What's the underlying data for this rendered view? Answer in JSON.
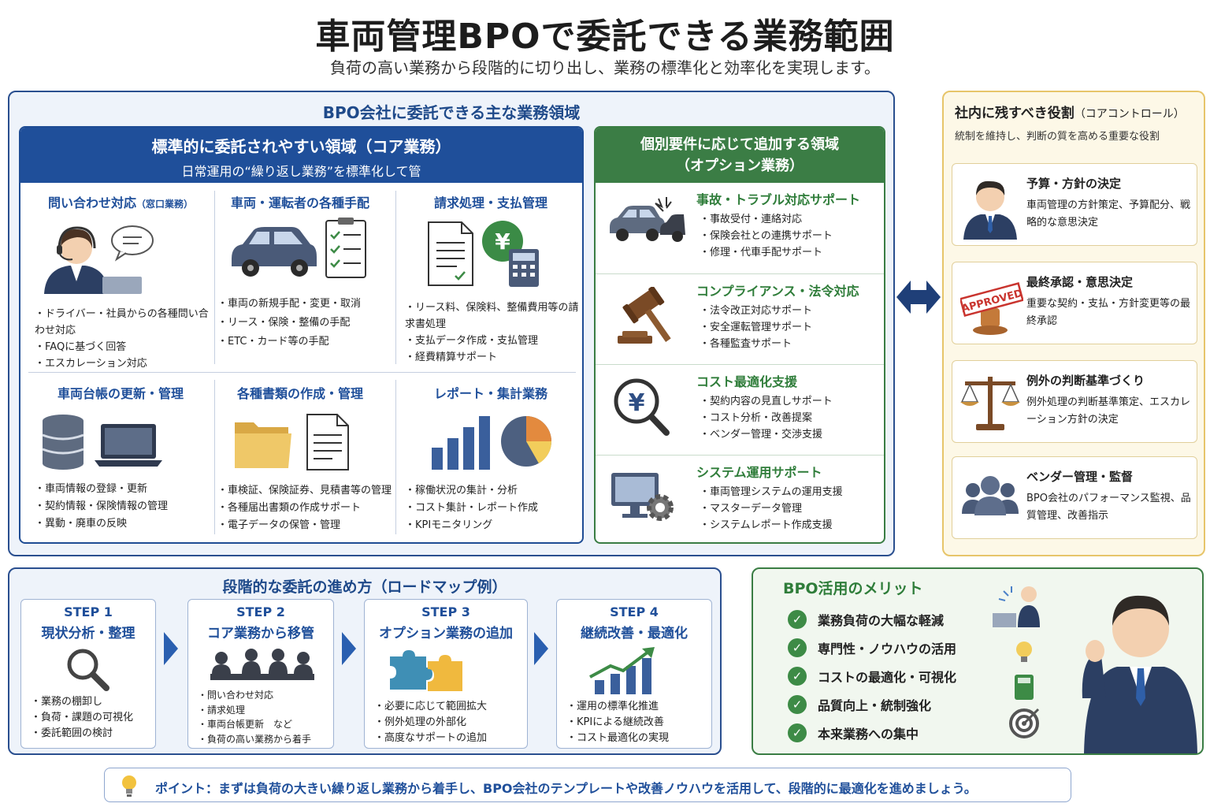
{
  "header": {
    "title": "車両管理BPOで委託できる業務範囲",
    "subtitle": "負荷の高い業務から段階的に切り出し、業務の標準化と効率化を実現します。"
  },
  "main": {
    "title": "BPO会社に委託できる主な業務領域",
    "core": {
      "title": "標準的に委託されやすい領域（コア業務）",
      "subtitle": "日常運用の“繰り返し業務”を標準化して管",
      "cells": [
        {
          "title": "問い合わせ対応",
          "title_small": "（窓口業務）",
          "items": [
            "ドライバー・社員からの各種問い合わせ対応",
            "FAQに基づく回答",
            "エスカレーション対応"
          ]
        },
        {
          "title": "車両・運転者の各種手配",
          "items": [
            "車両の新規手配・変更・取消",
            "リース・保険・整備の手配",
            "ETC・カード等の手配"
          ]
        },
        {
          "title": "請求処理・支払管理",
          "items": [
            "リース料、保険料、整備費用等の請求書処理",
            "支払データ作成・支払管理",
            "経費精算サポート"
          ]
        },
        {
          "title": "車両台帳の更新・管理",
          "items": [
            "車両情報の登録・更新",
            "契約情報・保険情報の管理",
            "異動・廃車の反映"
          ]
        },
        {
          "title": "各種書類の作成・管理",
          "items": [
            "車検証、保険証券、見積書等の管理",
            "各種届出書類の作成サポート",
            "電子データの保管・管理"
          ]
        },
        {
          "title": "レポート・集計業務",
          "items": [
            "稼働状況の集計・分析",
            "コスト集計・レポート作成",
            "KPIモニタリング"
          ]
        }
      ]
    },
    "option": {
      "title_line1": "個別要件に応じて追加する領域",
      "title_line2": "（オプション業務）",
      "rows": [
        {
          "title": "事故・トラブル対応サポート",
          "items": [
            "事故受付・連絡対応",
            "保険会社との連携サポート",
            "修理・代車手配サポート"
          ]
        },
        {
          "title": "コンプライアンス・法令対応",
          "items": [
            "法令改正対応サポート",
            "安全運転管理サポート",
            "各種監査サポート"
          ]
        },
        {
          "title": "コスト最適化支援",
          "items": [
            "契約内容の見直しサポート",
            "コスト分析・改善提案",
            "ベンダー管理・交渉支援"
          ]
        },
        {
          "title": "システム運用サポート",
          "items": [
            "車両管理システムの運用支援",
            "マスターデータ管理",
            "システムレポート作成支援"
          ]
        }
      ]
    }
  },
  "internal": {
    "title": "社内に残すべき役割",
    "title_small": "（コアコントロール）",
    "subtitle": "統制を維持し、判断の質を高める重要な役割",
    "roles": [
      {
        "title": "予算・方針の決定",
        "desc": "車両管理の方針策定、予算配分、戦略的な意思決定"
      },
      {
        "title": "最終承認・意思決定",
        "desc": "重要な契約・支払・方針変更等の最終承認",
        "stamp": "APPROVED"
      },
      {
        "title": "例外の判断基準づくり",
        "desc": "例外処理の判断基準策定、エスカレーション方針の決定"
      },
      {
        "title": "ベンダー管理・監督",
        "desc": "BPO会社のパフォーマンス監視、品質管理、改善指示"
      }
    ]
  },
  "roadmap": {
    "title": "段階的な委託の進め方（ロードマップ例）",
    "steps": [
      {
        "num": "STEP 1",
        "title": "現状分析・整理",
        "items": [
          "業務の棚卸し",
          "負荷・課題の可視化",
          "委託範囲の検討"
        ]
      },
      {
        "num": "STEP 2",
        "title": "コア業務から移管",
        "items": [
          "問い合わせ対応",
          "請求処理",
          "車両台帳更新　など",
          "負荷の高い業務から着手"
        ]
      },
      {
        "num": "STEP 3",
        "title": "オプション業務の追加",
        "items": [
          "必要に応じて範囲拡大",
          "例外処理の外部化",
          "高度なサポートの追加"
        ]
      },
      {
        "num": "STEP 4",
        "title": "継続改善・最適化",
        "items": [
          "運用の標準化推進",
          "KPIによる継続改善",
          "コスト最適化の実現"
        ]
      }
    ]
  },
  "merit": {
    "title": "BPO活用のメリット",
    "check": "✓",
    "items": [
      "業務負荷の大幅な軽減",
      "専門性・ノウハウの活用",
      "コストの最適化・可視化",
      "品質向上・統制強化",
      "本来業務への集中"
    ]
  },
  "point": {
    "text": "ポイント：まずは負荷の大きい繰り返し業務から着手し、BPO会社のテンプレートや改善ノウハウを活用して、段階的に最適化を進めましょう。"
  },
  "colors": {
    "navy": "#1f4f9a",
    "green": "#3b7d45",
    "gold": "#e7c56a"
  }
}
